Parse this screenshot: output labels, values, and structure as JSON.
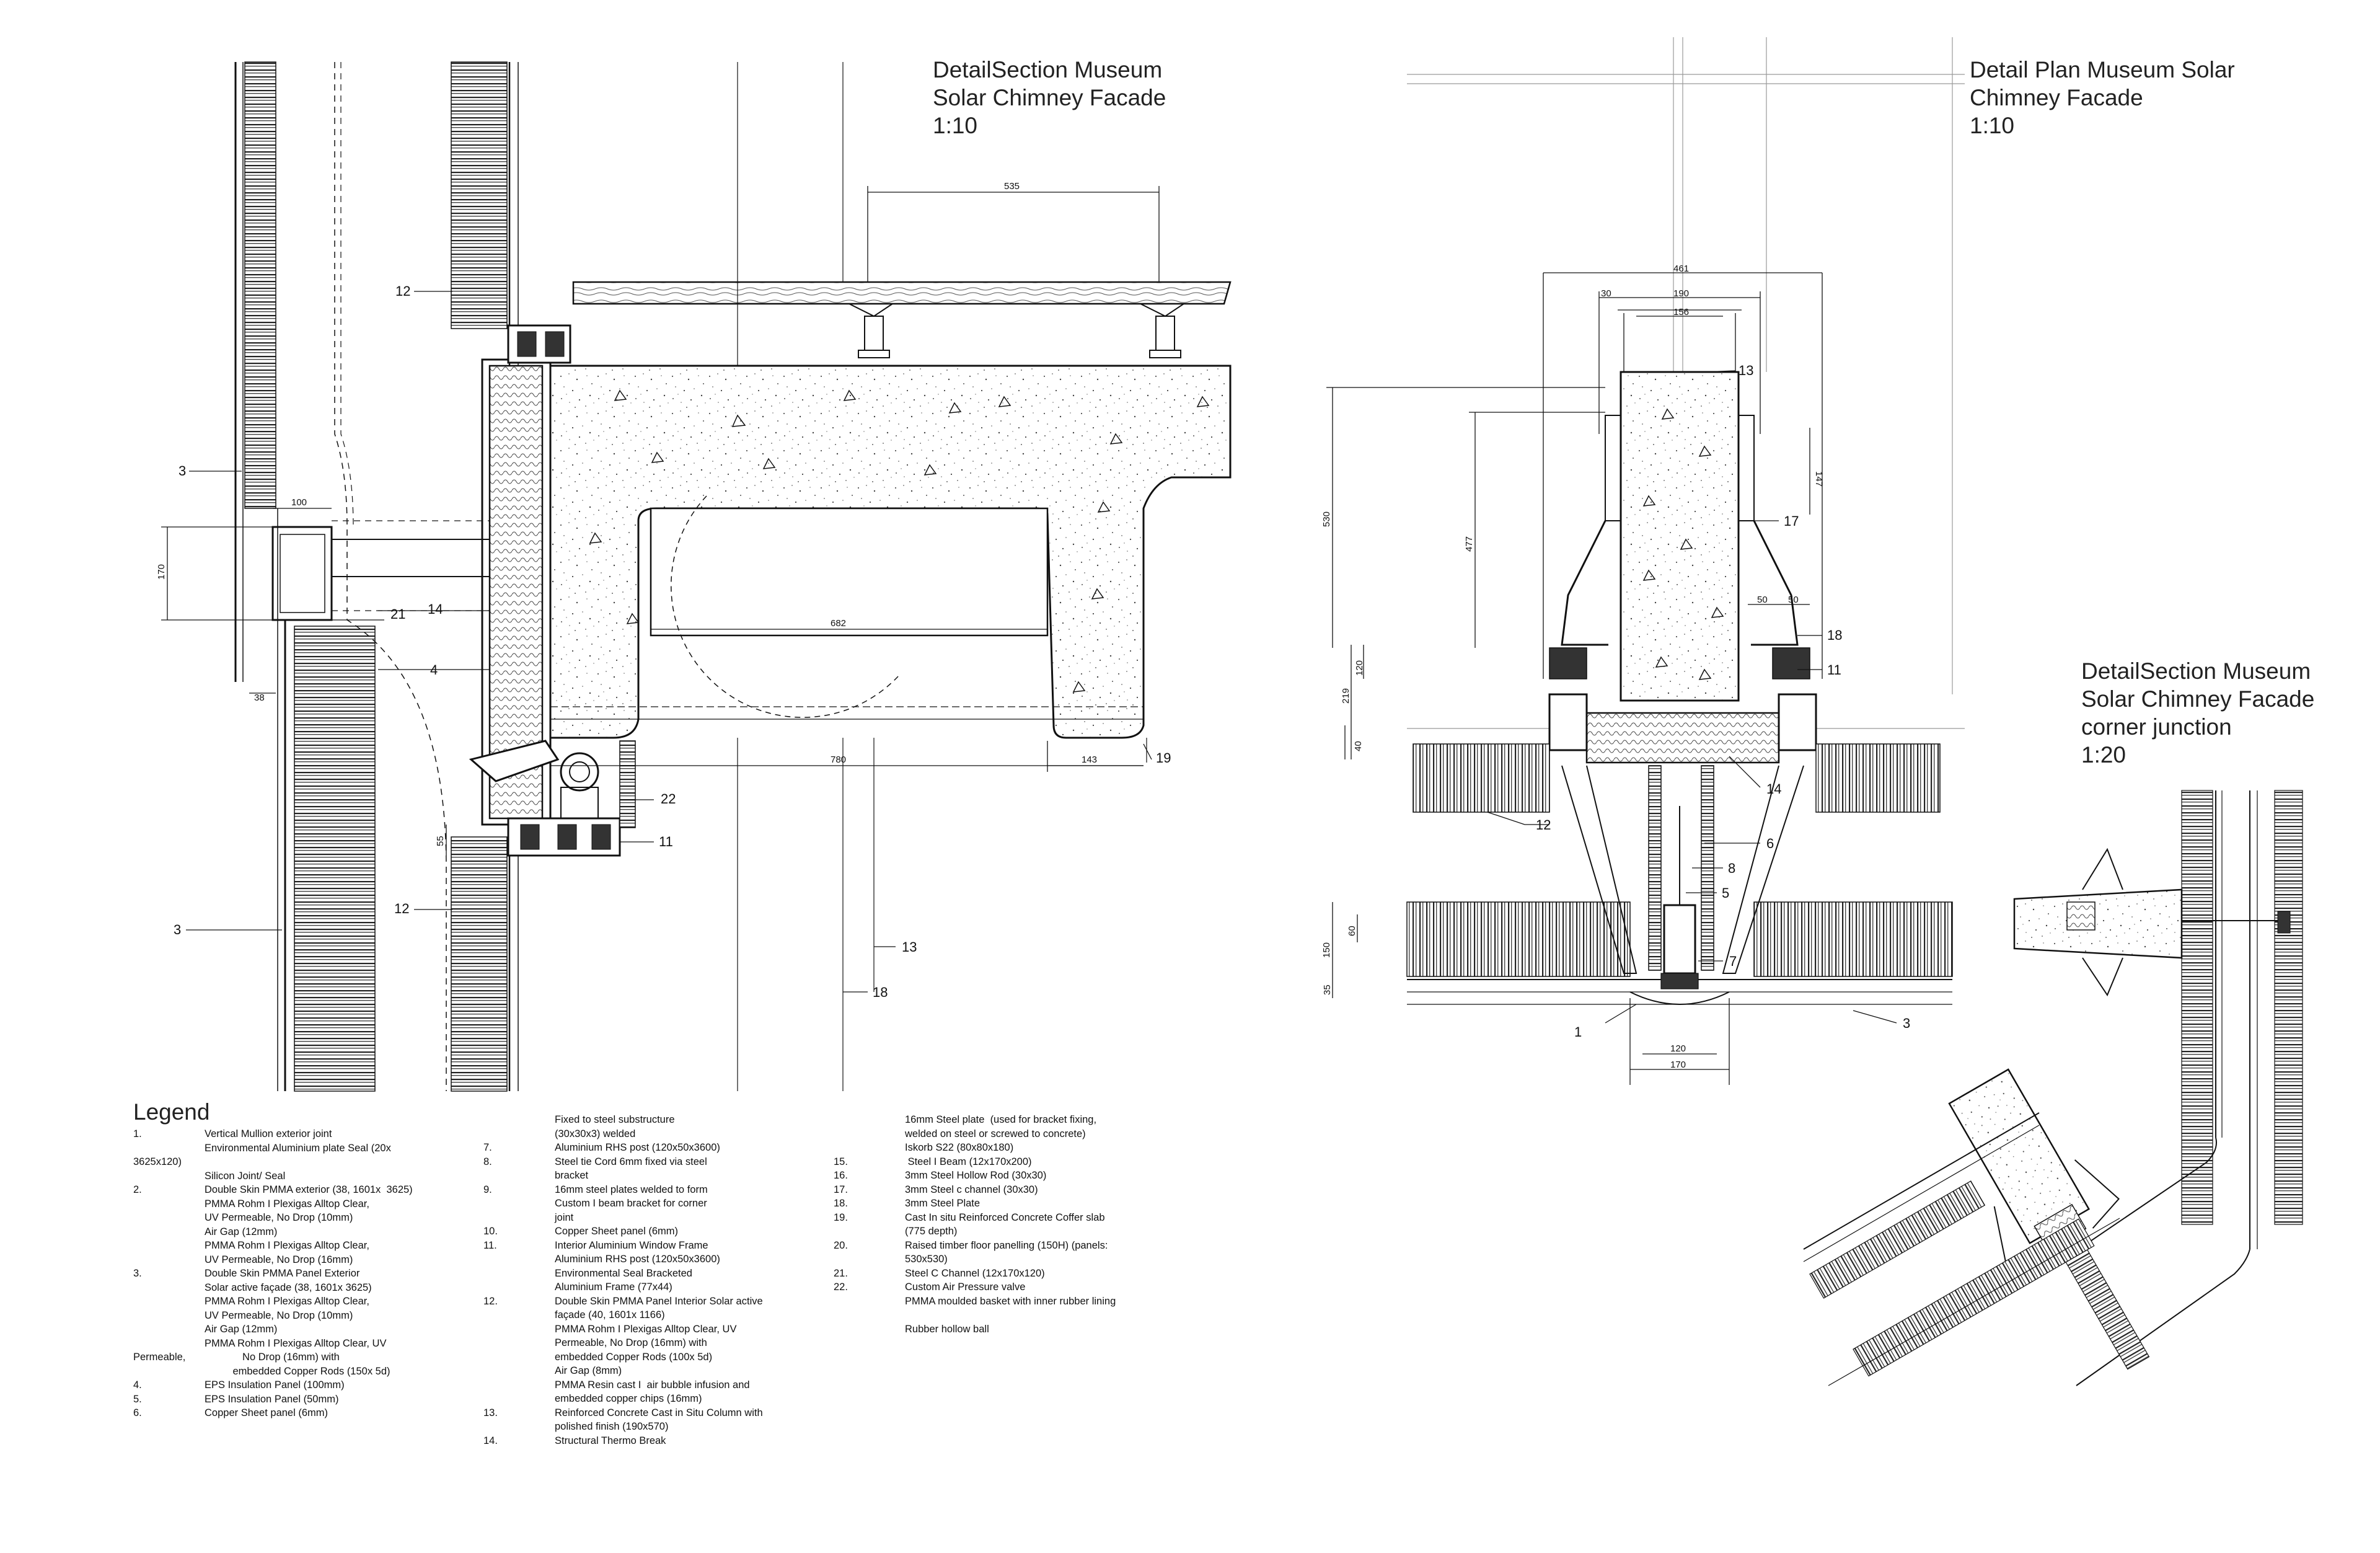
{
  "titles": {
    "section": [
      "DetailSection Museum",
      "Solar Chimney Facade",
      "1:10"
    ],
    "plan": [
      "Detail Plan Museum Solar",
      "Chimney Facade",
      "1:10"
    ],
    "corner": [
      "DetailSection Museum",
      "Solar Chimney Facade",
      "corner junction",
      "1:20"
    ]
  },
  "legend": {
    "title": "Legend",
    "col1": [
      {
        "num": "1.",
        "text": "Vertical Mullion exterior joint\nEnvironmental Aluminium plate Seal (20x"
      },
      {
        "num": "",
        "text": "3625x120)",
        "flush": true
      },
      {
        "num": "",
        "text": "Silicon Joint/ Seal"
      },
      {
        "num": "2.",
        "text": "Double Skin PMMA exterior (38, 1601x  3625)\nPMMA Rohm I Plexigas Alltop Clear,\nUV Permeable, No Drop (10mm)\nAir Gap (12mm)\nPMMA Rohm I Plexigas Alltop Clear,\nUV Permeable, No Drop (16mm)"
      },
      {
        "num": "3.",
        "text": "Double Skin PMMA Panel Exterior\nSolar active façade (38, 1601x 3625)\nPMMA Rohm I Plexigas Alltop Clear,\nUV Permeable, No Drop (10mm)\nAir Gap (12mm)\nPMMA Rohm I Plexigas Alltop Clear, UV"
      },
      {
        "num": "",
        "text": "Permeable,                    No Drop (16mm) with\n                                   embedded Copper Rods (150x 5d)",
        "flush": true
      },
      {
        "num": "4.",
        "text": "EPS Insulation Panel (100mm)"
      },
      {
        "num": "5.",
        "text": "EPS Insulation Panel (50mm)"
      },
      {
        "num": "6.",
        "text": "Copper Sheet panel (6mm)"
      }
    ],
    "col2": [
      {
        "num": "",
        "text": "Fixed to steel substructure\n(30x30x3) welded"
      },
      {
        "num": "7.",
        "text": "Aluminium RHS post (120x50x3600)"
      },
      {
        "num": "8.",
        "text": "Steel tie Cord 6mm fixed via steel\nbracket"
      },
      {
        "num": "9.",
        "text": "16mm steel plates welded to form\nCustom I beam bracket for corner\njoint"
      },
      {
        "num": "10.",
        "text": "Copper Sheet panel (6mm)"
      },
      {
        "num": "11.",
        "text": "Interior Aluminium Window Frame\nAluminium RHS post (120x50x3600)\nEnvironmental Seal Bracketed\nAluminium Frame (77x44)"
      },
      {
        "num": "12.",
        "text": "Double Skin PMMA Panel Interior Solar active\nfaçade (40, 1601x 1166)\nPMMA Rohm I Plexigas Alltop Clear, UV\nPermeable, No Drop (16mm) with\nembedded Copper Rods (100x 5d)\nAir Gap (8mm)\nPMMA Resin cast I  air bubble infusion and\nembedded copper chips (16mm)"
      },
      {
        "num": "13.",
        "text": "Reinforced Concrete Cast in Situ Column with\npolished finish (190x570)"
      },
      {
        "num": "14.",
        "text": "Structural Thermo Break"
      }
    ],
    "col3": [
      {
        "num": "",
        "text": "16mm Steel plate  (used for bracket fixing,\nwelded on steel or screwed to concrete)\nIskorb S22 (80x80x180)"
      },
      {
        "num": "15.",
        "text": " Steel I Beam (12x170x200)"
      },
      {
        "num": "16.",
        "text": "3mm Steel Hollow Rod (30x30)"
      },
      {
        "num": "17.",
        "text": "3mm Steel c channel (30x30)"
      },
      {
        "num": "18.",
        "text": "3mm Steel Plate"
      },
      {
        "num": "19.",
        "text": "Cast In situ Reinforced Concrete Coffer slab\n(775 depth)"
      },
      {
        "num": "20.",
        "text": "Raised timber floor panelling (150H) (panels:\n530x530)"
      },
      {
        "num": "21.",
        "text": "Steel C Channel (12x170x120)"
      },
      {
        "num": "22.",
        "text": "Custom Air Pressure valve\nPMMA moulded basket with inner rubber lining\n\nRubber hollow ball"
      }
    ]
  },
  "section_callouts": [
    "12",
    "3",
    "21",
    "14",
    "4",
    "22",
    "11",
    "12",
    "3",
    "13",
    "18",
    "19"
  ],
  "section_dims": [
    "535",
    "100",
    "170",
    "38",
    "682",
    "780",
    "143",
    "55"
  ],
  "plan_callouts": [
    "13",
    "17",
    "18",
    "11",
    "14",
    "12",
    "6",
    "8",
    "5",
    "7",
    "1",
    "3"
  ],
  "plan_dims": [
    "461",
    "30",
    "190",
    "156",
    "147",
    "530",
    "477",
    "50",
    "50",
    "120",
    "219",
    "40",
    "150",
    "60",
    "35",
    "120",
    "170"
  ]
}
